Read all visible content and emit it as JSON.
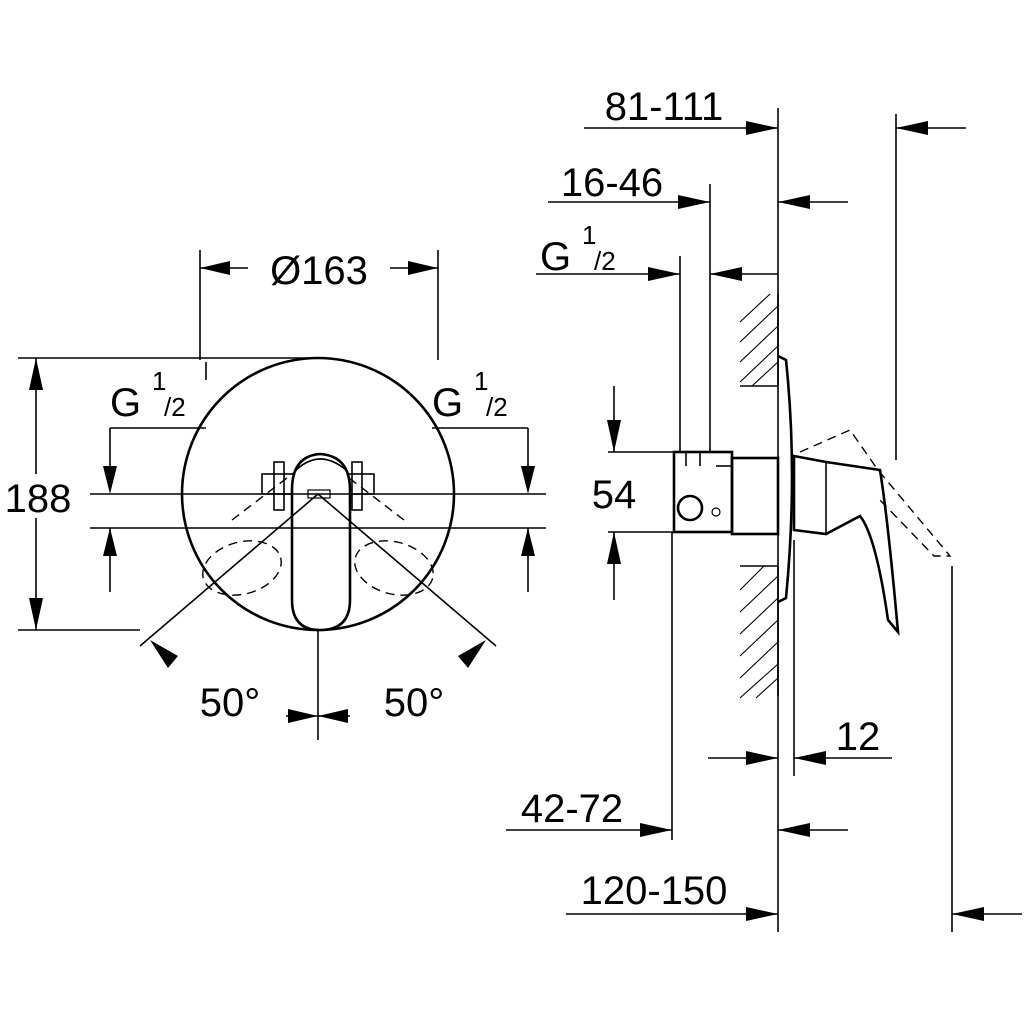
{
  "front_view": {
    "diameter_label": "Ø163",
    "height_label": "188",
    "inlet_left_label": "G",
    "inlet_left_sup": "1",
    "inlet_left_sub": "/2",
    "inlet_right_label": "G",
    "inlet_right_sup": "1",
    "inlet_right_sub": "/2",
    "angle_left_label": "50°",
    "angle_right_label": "50°"
  },
  "side_view": {
    "dim_top_label": "81-111",
    "dim_second_label": "16-46",
    "inlet_label": "G",
    "inlet_sup": "1",
    "inlet_sub": "/2",
    "height_label": "54",
    "dim_12_label": "12",
    "dim_42_72_label": "42-72",
    "dim_120_150_label": "120-150"
  }
}
